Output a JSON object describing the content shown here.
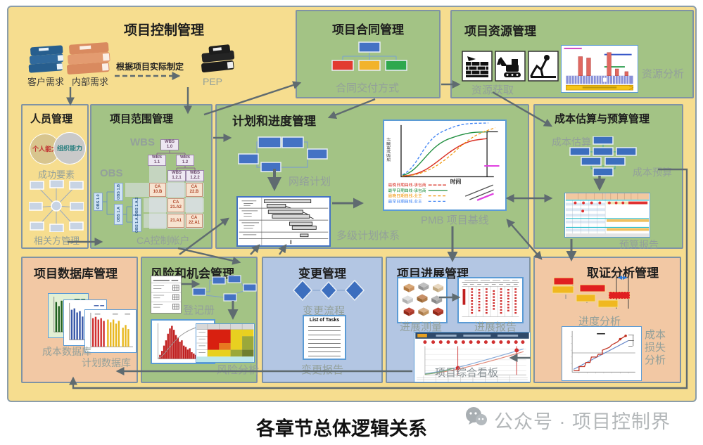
{
  "page": {
    "caption": "各章节总体逻辑关系",
    "watermark": "公众号 · 项目控制界"
  },
  "colors": {
    "panel_bg": "#F6DD8F",
    "green_box": "#A3C385",
    "blue_box": "#B3C6E3",
    "peach_box": "#F2C8A4",
    "arrow": "#5F6B70",
    "gray_label": "#93A09A"
  },
  "top": {
    "title": "项目控制管理",
    "customer_label": "客户需求",
    "internal_label": "内部需求",
    "derive_label": "根据项目实际制定",
    "pep_label": "PEP"
  },
  "contract": {
    "title": "项目合同管理",
    "delivery_label": "合同交付方式"
  },
  "resource": {
    "title": "项目资源管理",
    "acquire_label": "资源获取",
    "analysis_label": "资源分析"
  },
  "personnel": {
    "title": "人员管理",
    "circle_personal": "个人能力",
    "circle_org": "组织能力",
    "success_label": "成功要素",
    "stakeholder_label": "相关方管理"
  },
  "scope": {
    "title": "项目范围管理",
    "wbs_label": "WBS",
    "obs_label": "OBS",
    "ca_label": "CA控制帐户",
    "wbs_nodes": [
      "WBS 1.0",
      "WBS 1.1",
      "WBS 1.2",
      "WBS 1.2.1",
      "WBS 1.2.2"
    ],
    "obs_nodes": [
      "OBS 1.0",
      "OBS 1.B",
      "OBS 1.A",
      "OBS 1.A.2",
      "OBS 1.A.1"
    ],
    "ca_cells": [
      "CA 10.B",
      "CA 22.B",
      "CA 21.A2",
      "21.A1",
      "CA 22.A1"
    ]
  },
  "plan": {
    "title": "计划和进度管理",
    "network_label": "网络计划",
    "multilevel_label": "多级计划体系",
    "pmb": {
      "label": "PMB 项目基线",
      "x_axis": "时间",
      "y_axis": "资源消耗累计",
      "legend": [
        {
          "text": "最晚日期曲线-承包商",
          "color": "#D93025"
        },
        {
          "text": "最早日期曲线-承包商",
          "color": "#1E8E3E"
        },
        {
          "text": "最晚日期曲线-业主",
          "color": "#F09300"
        },
        {
          "text": "最早日期曲线-业主",
          "color": "#4285F4"
        }
      ]
    }
  },
  "cost": {
    "title": "成本估算与预算管理",
    "estimate_label": "成本估算",
    "budget_label": "成本预算",
    "report_label": "预算报告"
  },
  "database": {
    "title": "项目数据库管理",
    "cost_db_label": "成本数据库",
    "plan_db_label": "计划数据库"
  },
  "risk": {
    "title": "风险和机会管理",
    "register_label": "登记册",
    "analysis_label": "风险分析"
  },
  "change": {
    "title": "变更管理",
    "process_label": "变更流程",
    "doc_title": "List of Tasks",
    "report_label": "变更报告"
  },
  "progress": {
    "title": "项目进展管理",
    "measure_label": "进展测量",
    "report_label": "进展报告",
    "dashboard_label": "项目综合看板"
  },
  "evidence": {
    "title": "取证分析管理",
    "schedule_label": "进度分析",
    "loss_line1": "成本",
    "loss_line2": "损失",
    "loss_line3": "分析"
  }
}
